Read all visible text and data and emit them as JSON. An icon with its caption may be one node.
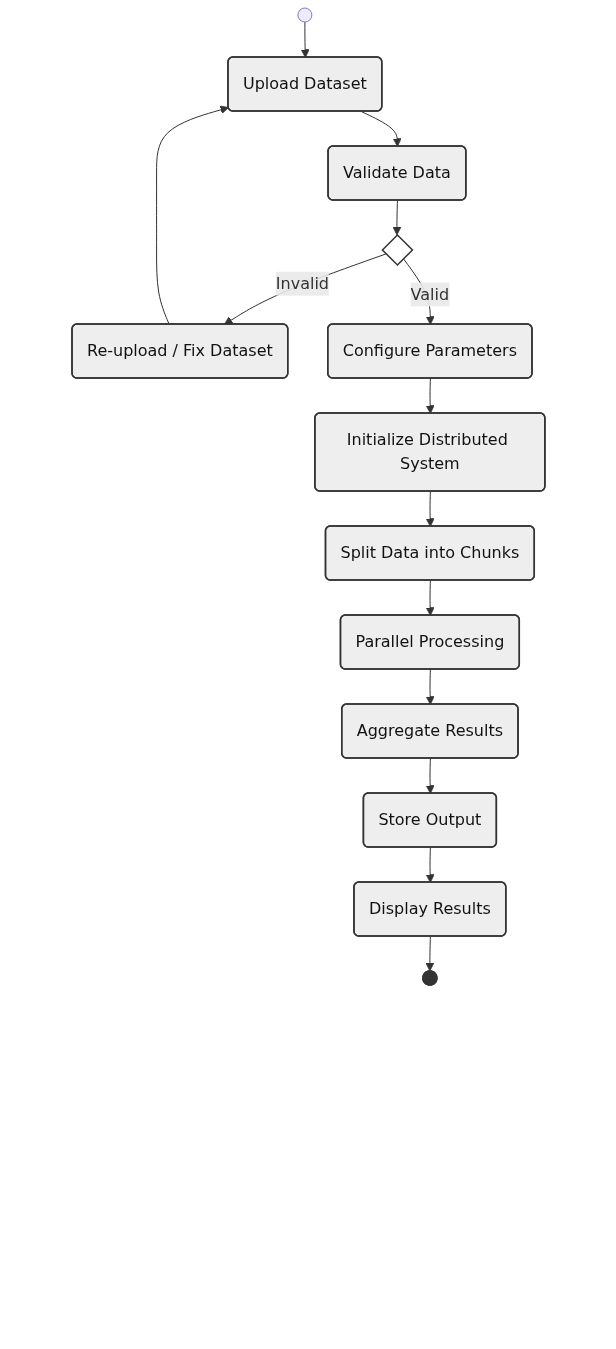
{
  "diagram": {
    "nodes": [
      {
        "text": [],
        "shape": "circle"
      },
      {
        "text": [
          "Upload Dataset"
        ]
      },
      {
        "text": [
          "Validate Data"
        ]
      },
      {
        "text": [],
        "shape": "diamond"
      },
      {
        "text": [
          "Re-upload / Fix Dataset"
        ]
      },
      {
        "text": [
          "Configure Parameters"
        ]
      },
      {
        "text": [
          "Initialize Distributed System"
        ]
      },
      {
        "text": [
          "Split Data into Chunks"
        ]
      },
      {
        "text": [
          "Parallel Processing"
        ]
      },
      {
        "text": [
          "Aggregate Results"
        ]
      },
      {
        "text": [
          "Store Output"
        ]
      },
      {
        "text": [
          "Display Results"
        ]
      },
      {
        "text": [],
        "shape": "circle"
      }
    ],
    "edges": [
      {
        "from": 0,
        "to": 1,
        "arrow": "to"
      },
      {
        "from": 1,
        "to": 2,
        "arrow": "to"
      },
      {
        "from": 2,
        "to": 3,
        "arrow": "to"
      },
      {
        "from": 3,
        "to": 4,
        "label": "Invalid",
        "arrow": "to"
      },
      {
        "from": 4,
        "to": 1,
        "arrow": "to"
      },
      {
        "from": 3,
        "to": 5,
        "label": "Valid",
        "arrow": "to"
      },
      {
        "from": 5,
        "to": 6,
        "arrow": "to"
      },
      {
        "from": 6,
        "to": 7,
        "arrow": "to"
      },
      {
        "from": 7,
        "to": 8,
        "arrow": "to"
      },
      {
        "from": 8,
        "to": 9,
        "arrow": "to"
      },
      {
        "from": 9,
        "to": 10,
        "arrow": "to"
      },
      {
        "from": 10,
        "to": 11,
        "arrow": "to"
      },
      {
        "from": 11,
        "to": 12,
        "arrow": "to"
      }
    ]
  }
}
